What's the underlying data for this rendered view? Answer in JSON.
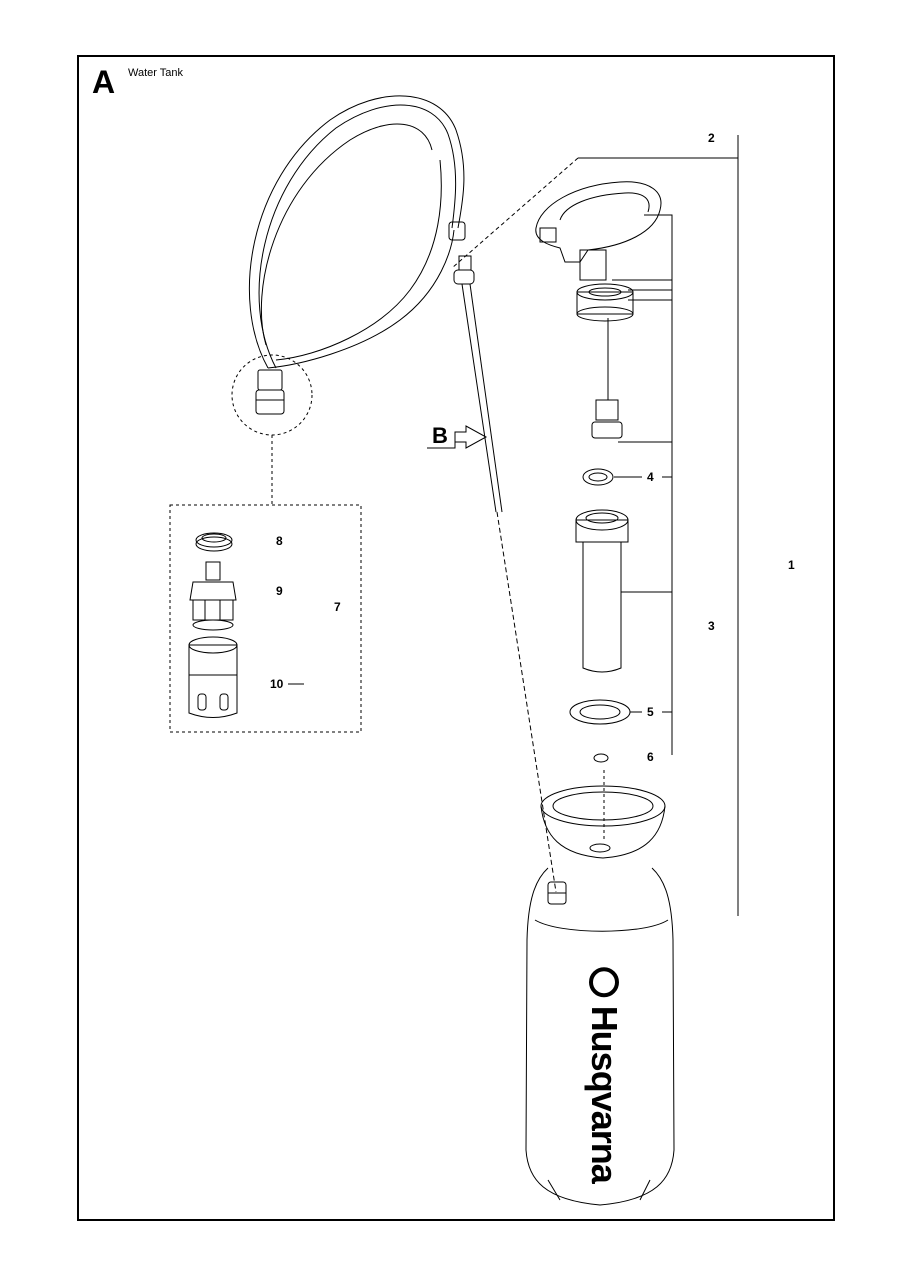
{
  "section": {
    "letter": "A",
    "title": "Water Tank"
  },
  "callouts": {
    "c1": "1",
    "c2": "2",
    "c3": "3",
    "c4": "4",
    "c5": "5",
    "c6": "6",
    "c7": "7",
    "c8": "8",
    "c9": "9",
    "c10": "10",
    "view_b": "B"
  },
  "brand": {
    "logo_text": "Husqvarna"
  },
  "colors": {
    "line": "#000000",
    "background": "#ffffff"
  }
}
